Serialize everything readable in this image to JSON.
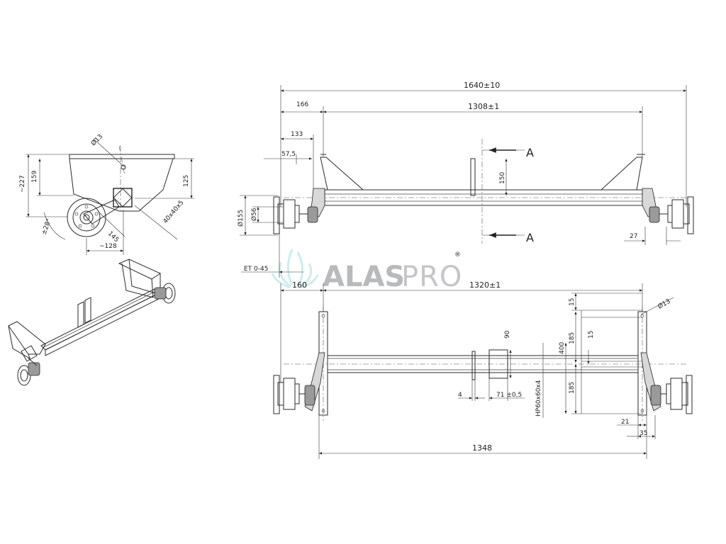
{
  "logo": {
    "bold": "ALAS",
    "light": "PRO",
    "mark": "®"
  },
  "side_view": {
    "labels": {
      "hole": "Ø13",
      "h227": "~227",
      "h159": "159",
      "h125": "125",
      "angle": "±28°",
      "d145": "145",
      "profile": "40x40x5",
      "w128": "~128"
    }
  },
  "front_view": {
    "labels": {
      "overall": "1640±10",
      "d166": "166",
      "d1308": "1308±1",
      "d133": "133",
      "d575": "57,5",
      "d150": "150",
      "sectionA_top": "A",
      "sectionA_bot": "A",
      "d155": "Ø155",
      "d56": "Ø56",
      "d27": "27",
      "et": "ET 0-45"
    }
  },
  "top_view": {
    "labels": {
      "d160": "160",
      "d1320": "1320±1",
      "d15a": "15",
      "hole": "Ø13",
      "d90": "90",
      "d185a": "185",
      "d15b": "15",
      "d400": "400",
      "d185b": "185",
      "d4": "4",
      "d71": "71 ±0,5",
      "profile": "HP60x60x4",
      "d21": "21",
      "d35": "35",
      "d1348": "1348"
    }
  }
}
